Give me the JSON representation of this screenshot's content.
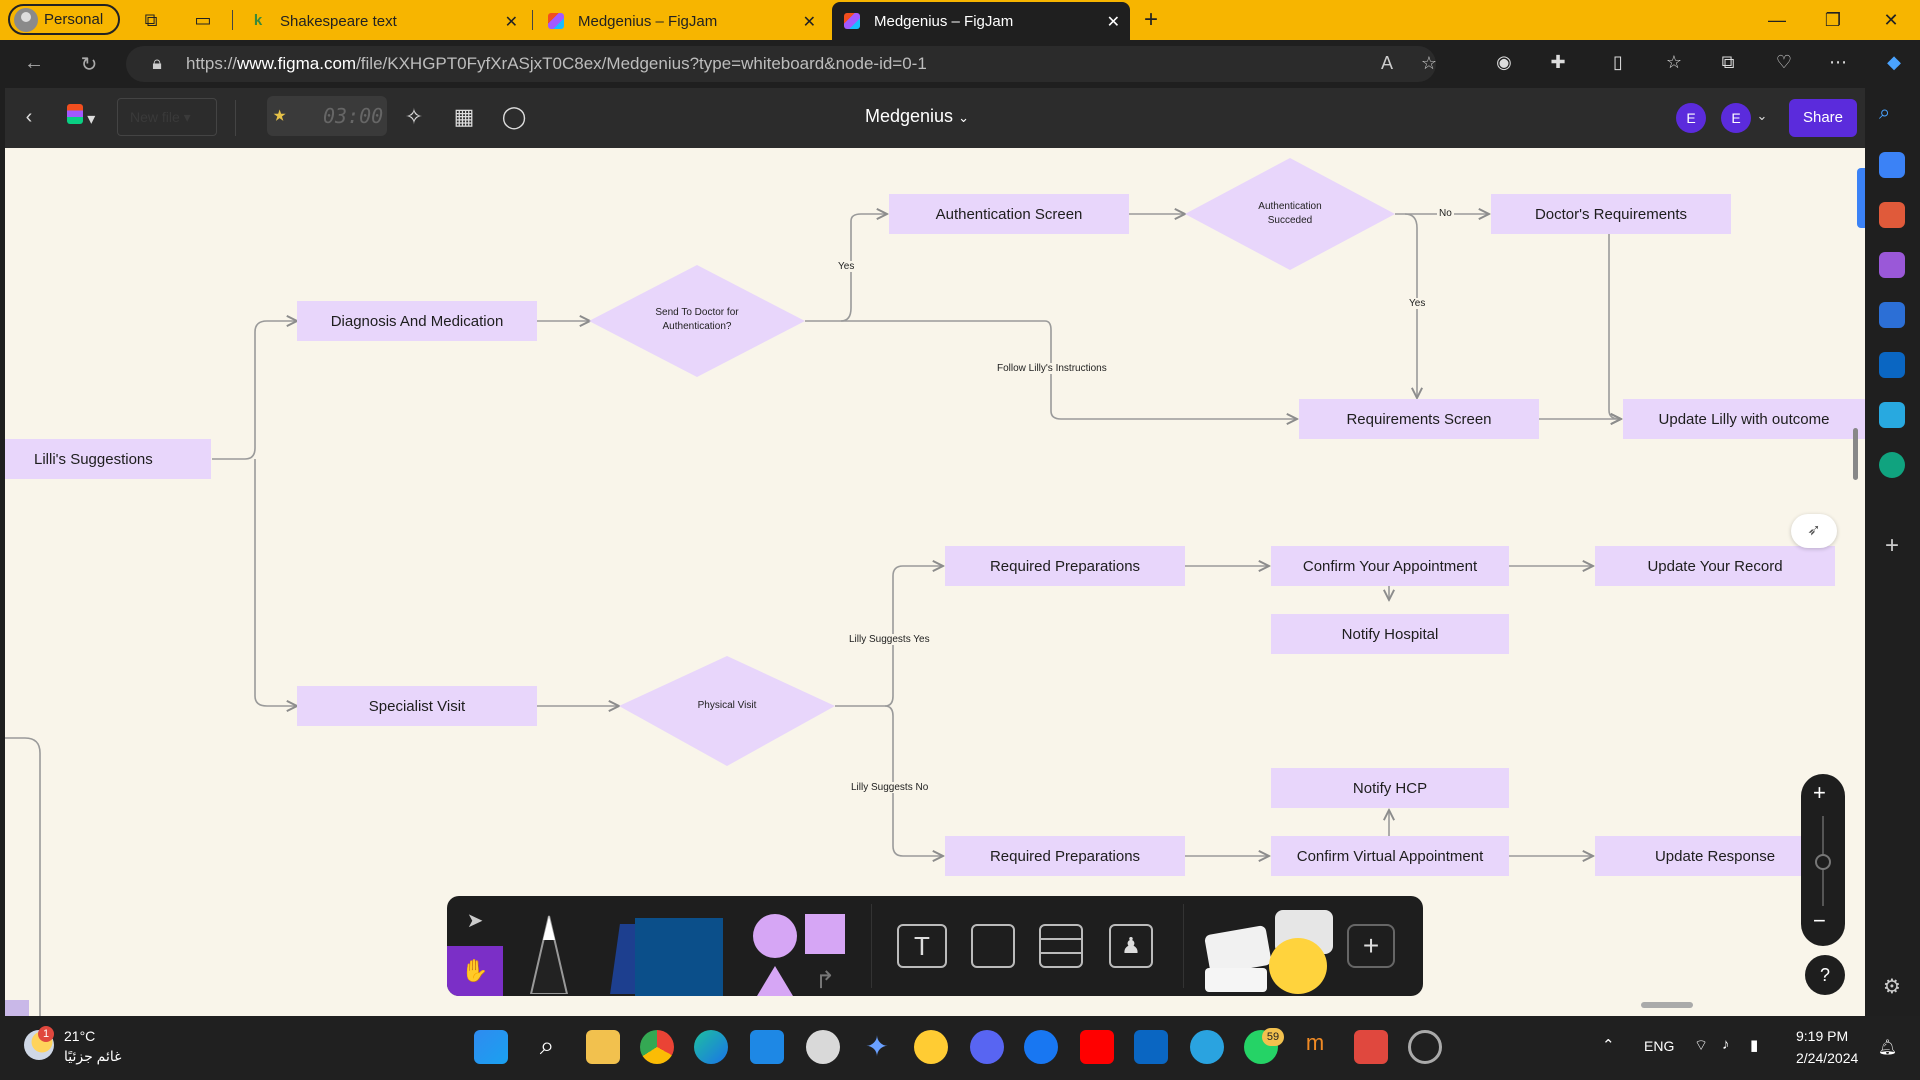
{
  "browser": {
    "profile_label": "Personal",
    "tabs": [
      {
        "title": "Shakespeare text",
        "active": false
      },
      {
        "title": "Medgenius – FigJam",
        "active": false
      },
      {
        "title": "Medgenius – FigJam",
        "active": true
      }
    ],
    "url_prefix": "https://",
    "url_domain": "www.figma.com",
    "url_path": "/file/KXHGPT0FyfXrASjxT0C8ex/Medgenius?type=whiteboard&node-id=0-1"
  },
  "figjam": {
    "new_file_label": "New file",
    "timer": "03:00",
    "file_title": "Medgenius",
    "avatars": [
      "E",
      "E"
    ],
    "share_label": "Share"
  },
  "diagram": {
    "nodes": {
      "lilli_suggestions": "Lilli's Suggestions",
      "diagnosis": "Diagnosis And Medication",
      "send_doctor": "Send To Doctor for Authentication?",
      "auth_screen": "Authentication Screen",
      "auth_succeeded": "Authentication Succeded",
      "doctor_req": "Doctor's Requirements",
      "req_screen": "Requirements Screen",
      "update_lilly": "Update Lilly with outcome",
      "specialist": "Specialist Visit",
      "physical_visit": "Physical Visit",
      "req_prep_1": "Required Preparations",
      "confirm_appt": "Confirm Your Appointment",
      "update_record": "Update Your Record",
      "notify_hospital": "Notify Hospital",
      "notify_hcp": "Notify HCP",
      "req_prep_2": "Required Preparations",
      "confirm_virtual": "Confirm Virtual Appointment",
      "update_response": "Update Response"
    },
    "edge_labels": {
      "yes_auth": "Yes",
      "no_auth": "No",
      "yes_req": "Yes",
      "follow": "Follow Lilly's Instructions",
      "lilly_yes": "Lilly Suggests Yes",
      "lilly_no": "Lilly Suggests No"
    }
  },
  "taskbar": {
    "weather_temp": "21°C",
    "weather_desc": "غائم جزئيًا",
    "weather_badge": "1",
    "whatsapp_badge": "59",
    "lang": "ENG",
    "time": "9:19 PM",
    "date": "2/24/2024"
  },
  "colors": {
    "tabbar": "#f7b500",
    "canvas": "#f9f5ea",
    "node_fill": "#e8d6fb",
    "accent": "#5b2bdc"
  }
}
